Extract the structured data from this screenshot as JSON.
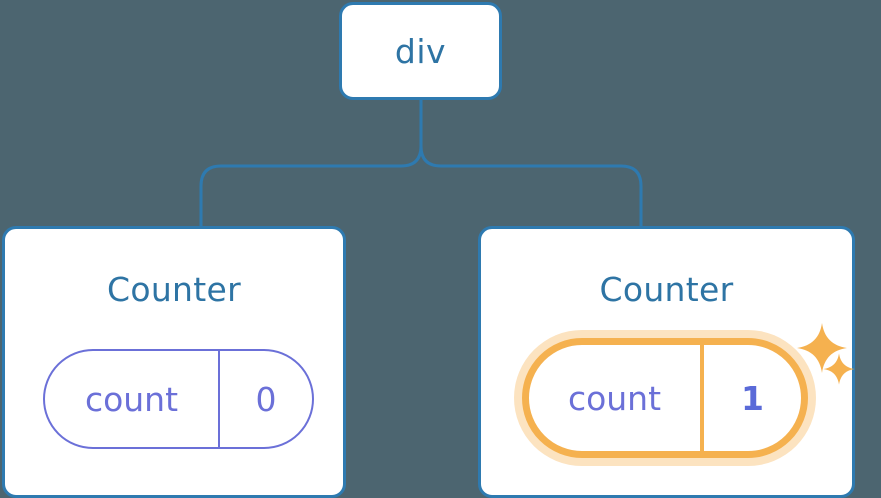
{
  "diagram": {
    "title": "React component tree with state",
    "background_color": "#4c6570",
    "accent_blue": "#2e7ab0",
    "text_blue": "#2e74a4",
    "state_purple": "#6b70d8",
    "highlight_orange": "#f5b14f",
    "highlight_glow": "#fce3c0"
  },
  "root": {
    "label": "div"
  },
  "children": [
    {
      "title": "Counter",
      "state": {
        "key": "count",
        "value": "0",
        "highlighted": false
      }
    },
    {
      "title": "Counter",
      "state": {
        "key": "count",
        "value": "1",
        "highlighted": true
      }
    }
  ],
  "icons": {
    "sparkle_big": "sparkle-icon",
    "sparkle_small": "sparkle-icon"
  }
}
